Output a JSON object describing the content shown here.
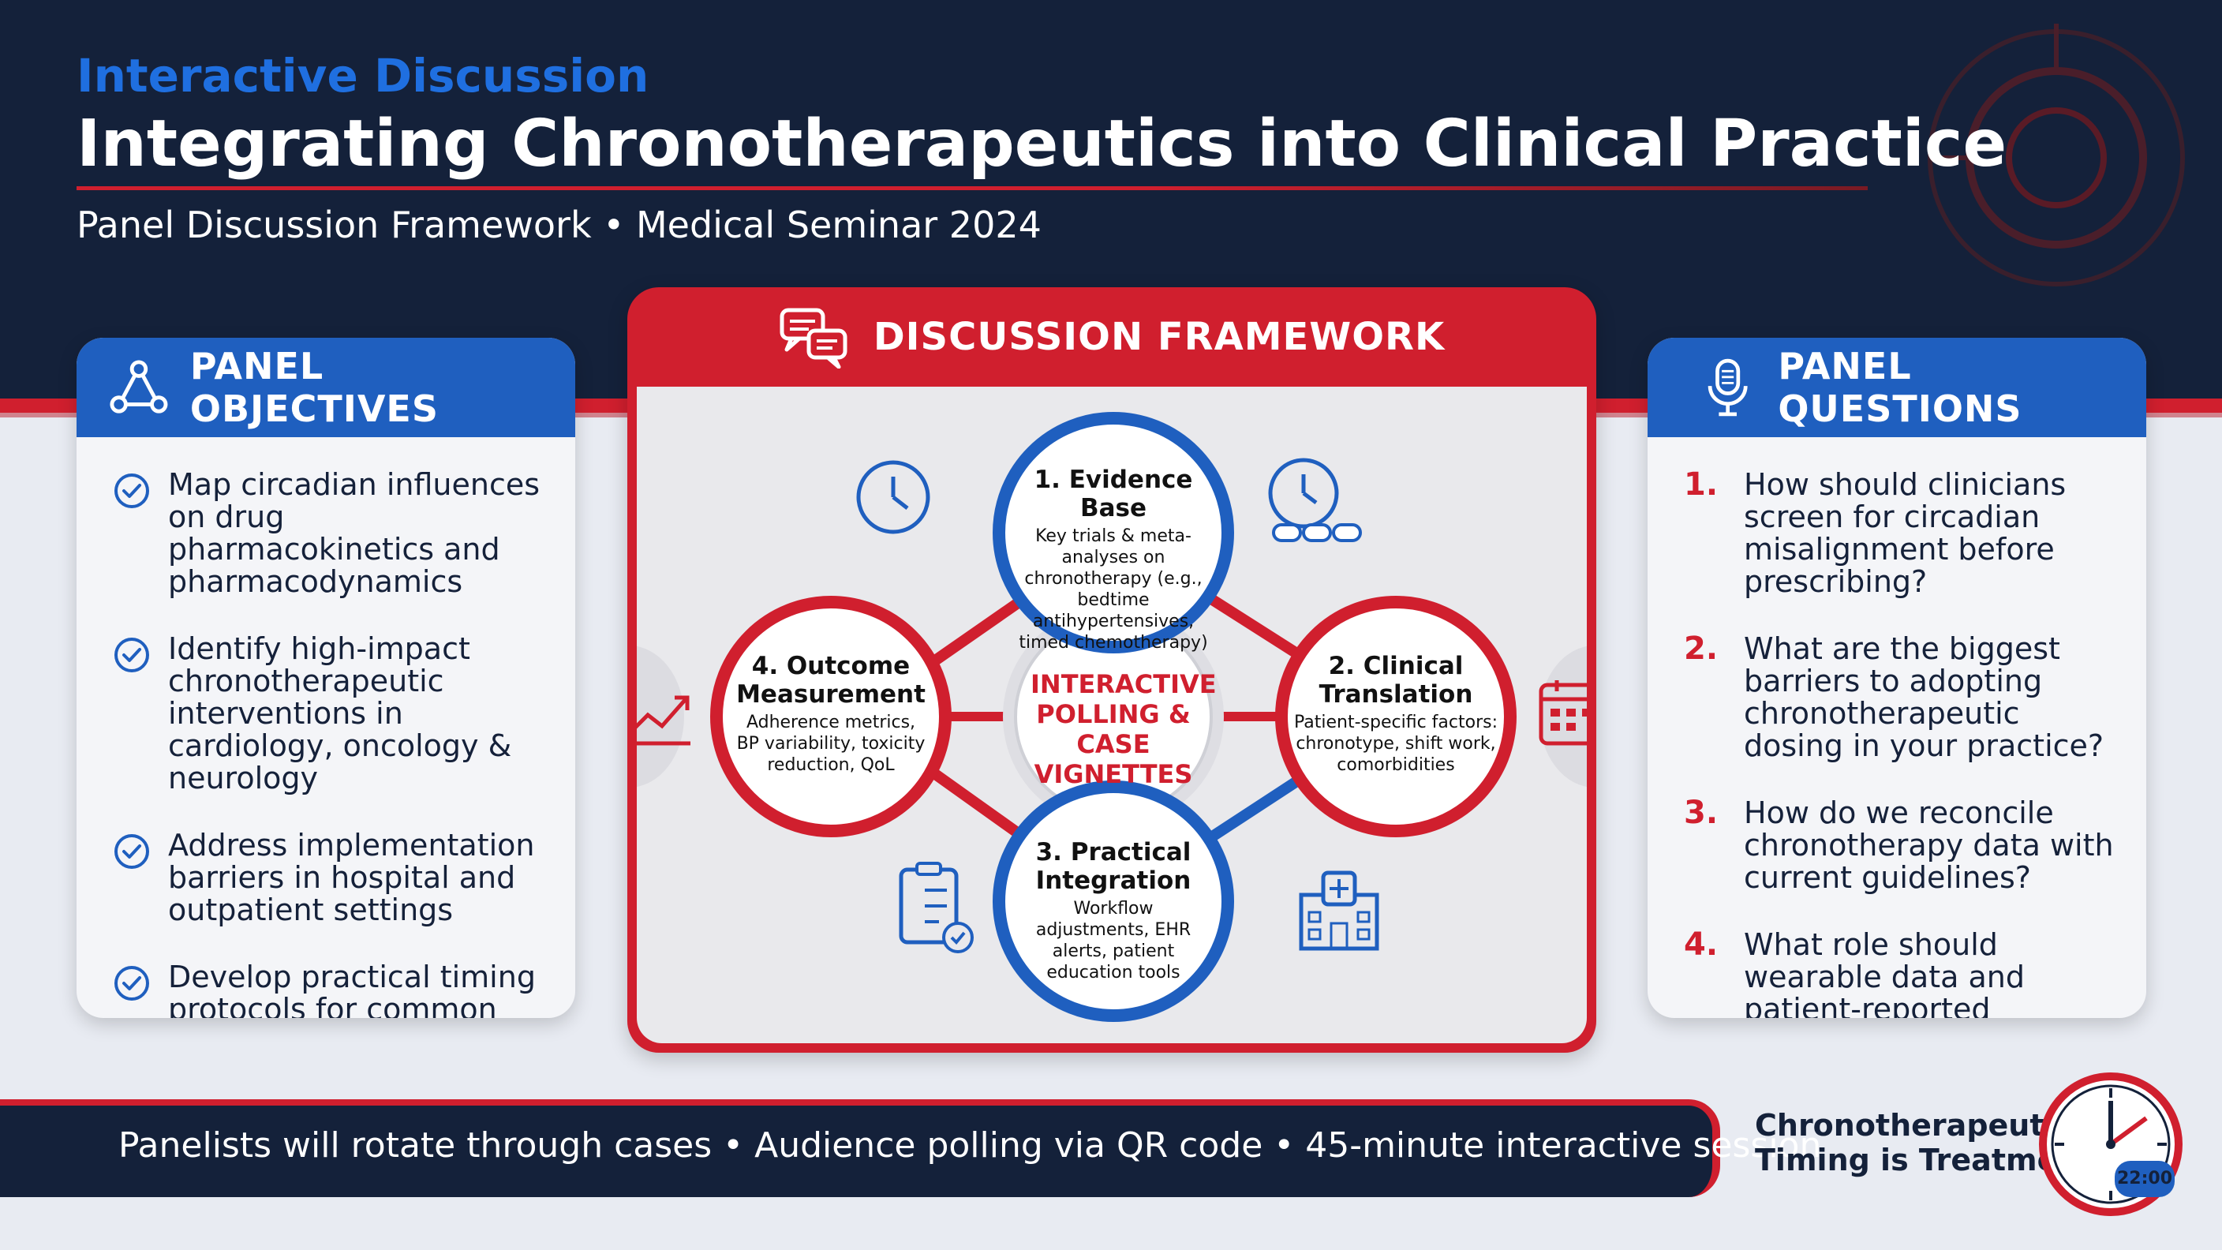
{
  "header": {
    "kicker": "Interactive Discussion",
    "title": "Integrating Chronotherapeutics into Clinical Practice",
    "subtitle": "Panel Discussion Framework • Medical Seminar 2024"
  },
  "objectives": {
    "title": "PANEL OBJECTIVES",
    "icon": "network-icon",
    "items": [
      "Map circadian influences on drug pharmacokinetics and pharmacodynamics",
      "Identify high-impact chronotherapeutic interventions in cardiology, oncology & neurology",
      "Address implementation barriers in hospital and outpatient settings",
      "Develop practical timing protocols for common medications"
    ]
  },
  "framework": {
    "title": "DISCUSSION FRAMEWORK",
    "icon": "chat-bubbles-icon",
    "center": "INTERACTIVE POLLING & CASE VIGNETTES",
    "nodes": {
      "evidence": {
        "title": "1. Evidence Base",
        "desc": "Key trials & meta-analyses on chronotherapy (e.g., bedtime antihypertensives, timed chemotherapy)"
      },
      "translation": {
        "title": "2. Clinical Translation",
        "desc": "Patient-specific factors: chronotype, shift work, comorbidities"
      },
      "integration": {
        "title": "3. Practical Integration",
        "desc": "Workflow adjustments, EHR alerts, patient education tools"
      },
      "outcome": {
        "title": "4. Outcome Measurement",
        "desc": "Adherence metrics, BP variability, toxicity reduction, QoL"
      }
    },
    "colors": {
      "red": "#d01f2e",
      "blue": "#1f5fbf"
    }
  },
  "questions": {
    "title": "PANEL QUESTIONS",
    "icon": "microphone-icon",
    "items": [
      {
        "num": "1.",
        "text": "How should clinicians screen for circadian misalignment before prescribing?"
      },
      {
        "num": "2.",
        "text": "What are the biggest barriers to adopting chronotherapeutic dosing in your practice?"
      },
      {
        "num": "3.",
        "text": "How do we reconcile chronotherapy data with current guidelines?"
      },
      {
        "num": "4.",
        "text": "What role should wearable data and patient-reported chronotypes play?"
      }
    ]
  },
  "footer": {
    "text": "Panelists will rotate through cases  •  Audience polling via QR code  •  45-minute interactive session",
    "brand_line1": "Chronotherapeutics",
    "brand_line2": "Timing is Treatment",
    "clock_time": "22:00"
  }
}
